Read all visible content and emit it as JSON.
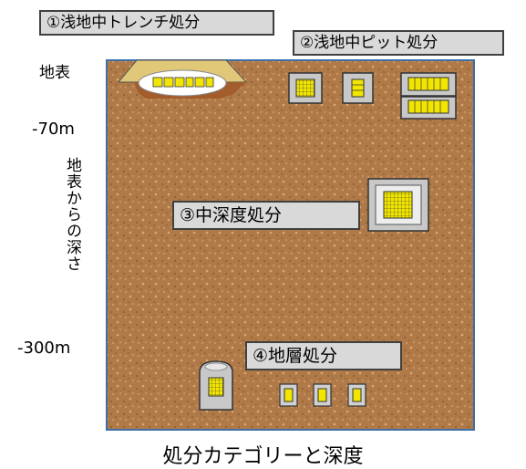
{
  "labels": {
    "trench": "①浅地中トレンチ処分",
    "pit": "②浅地中ピット処分",
    "intermediate": "③中深度処分",
    "geological": "④地層処分"
  },
  "depth_axis": {
    "surface": "地表",
    "depth_70": "-70m",
    "depth_300": "-300m",
    "title": "地表からの深さ"
  },
  "caption": "処分カテゴリーと深度",
  "colors": {
    "soil": "#b07a48",
    "frame": "#3d6fa8",
    "label_bg": "#d9d9d9",
    "package": "#f2e600",
    "mound": "#e0c878"
  }
}
